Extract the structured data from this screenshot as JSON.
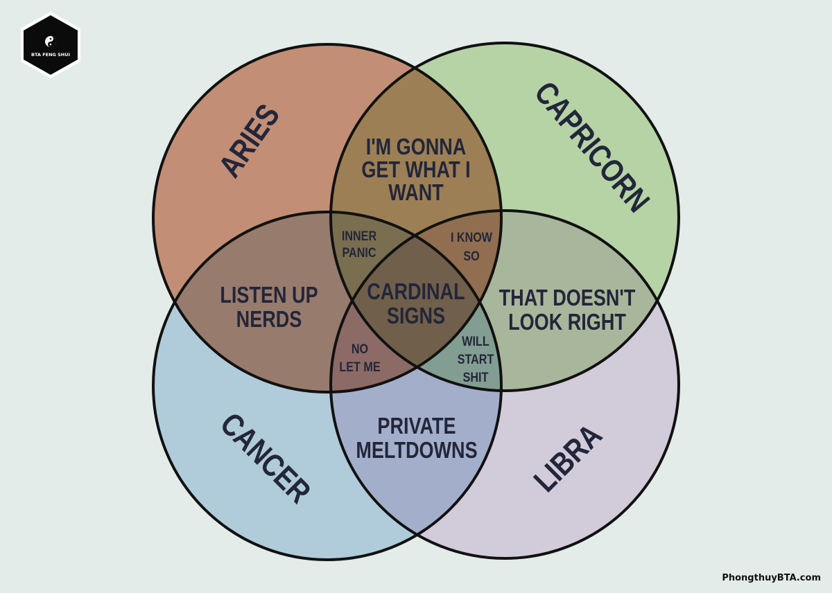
{
  "logo": {
    "text": "BTA FENG SHUI"
  },
  "watermark": "PhongthuyBTA.com",
  "colors": {
    "aries": "#da9a80",
    "capricorn": "#cde4b6",
    "cancer": "#c6dcee",
    "libra": "#ecdcee",
    "outline": "#111111",
    "background": "#e3ece9"
  },
  "signs": {
    "aries": "ARIES",
    "capricorn": "CAPRICORN",
    "cancer": "CANCER",
    "libra": "LIBRA"
  },
  "regions": {
    "aries_capricorn": [
      "I'M GONNA",
      "GET WHAT I",
      "WANT"
    ],
    "aries_cancer": [
      "LISTEN UP",
      "NERDS"
    ],
    "capricorn_libra": [
      "THAT DOESN'T",
      "LOOK RIGHT"
    ],
    "cancer_libra": [
      "PRIVATE",
      "MELTDOWNS"
    ],
    "aries_capricorn_cancer": [
      "INNER",
      "PANIC"
    ],
    "aries_capricorn_libra": [
      "I KNOW",
      "SO"
    ],
    "aries_cancer_libra": [
      "NO",
      "LET ME"
    ],
    "capricorn_cancer_libra": [
      "WILL",
      "START",
      "SHIT"
    ],
    "all": [
      "CARDINAL",
      "SIGNS"
    ]
  }
}
